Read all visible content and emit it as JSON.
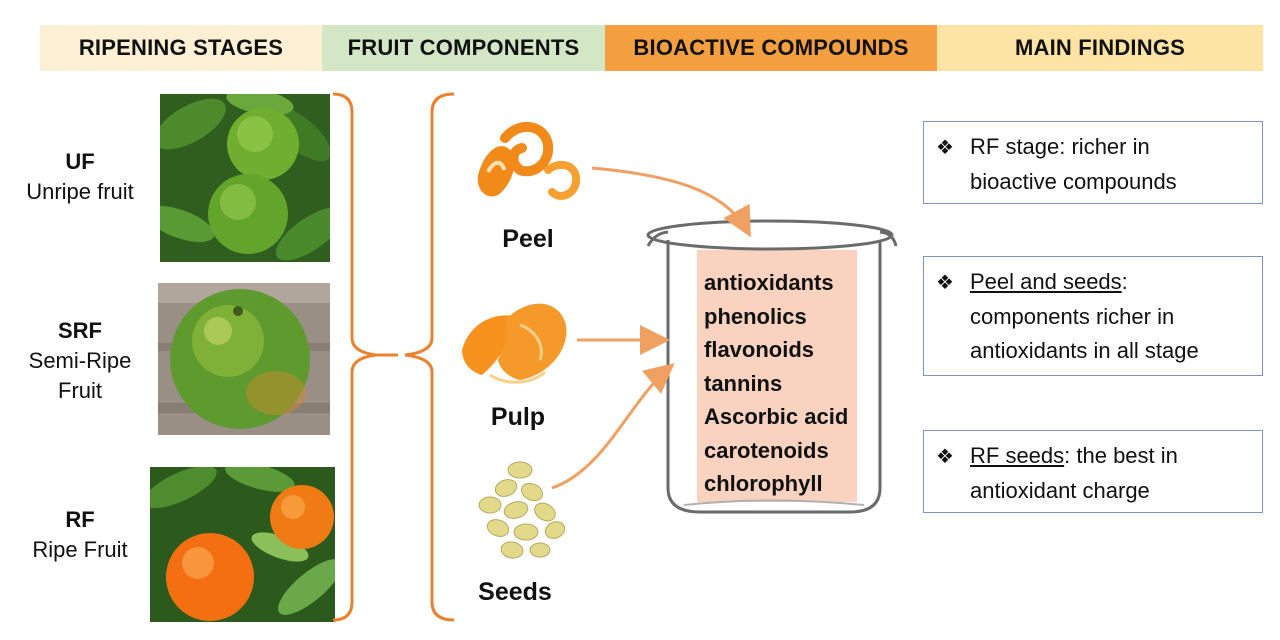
{
  "headers": {
    "ripening": "RIPENING STAGES",
    "components": "FRUIT COMPONENTS",
    "bioactive": "BIOACTIVE COMPOUNDS",
    "findings": "MAIN FINDINGS"
  },
  "colors": {
    "ripening_header": "#fdf0d5",
    "components_header": "#d3e6c6",
    "bioactive_header": "#f4a040",
    "findings_header": "#fde3a4",
    "bracket": "#e8822e",
    "arrow": "#f0a060",
    "beaker_fill": "#f9d3bf",
    "finding_border": "#7f95c4"
  },
  "stages": [
    {
      "abbr": "UF",
      "full": "Unripe fruit"
    },
    {
      "abbr": "SRF",
      "full_line1": "Semi-Ripe",
      "full_line2": "Fruit"
    },
    {
      "abbr": "RF",
      "full": "Ripe Fruit"
    }
  ],
  "components": [
    "Peel",
    "Pulp",
    "Seeds"
  ],
  "compounds": [
    "antioxidants",
    "phenolics",
    "flavonoids",
    "tannins",
    "Ascorbic acid",
    "carotenoids",
    "chlorophyll"
  ],
  "findings": [
    {
      "bullet": "❖",
      "underlined": "",
      "line1": "RF stage: richer in",
      "line2": "bioactive compounds"
    },
    {
      "bullet": "❖",
      "underlined": "Peel and seeds",
      "after": ":",
      "line2": "components richer in",
      "line3": "antioxidants in all stage"
    },
    {
      "bullet": "❖",
      "underlined": "RF seeds",
      "after": ":  the best in",
      "line2": "antioxidant charge"
    }
  ]
}
